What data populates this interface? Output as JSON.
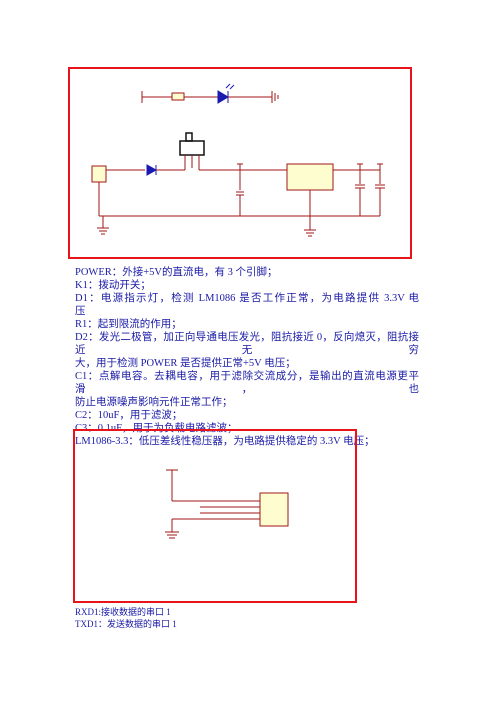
{
  "circuit_power": {
    "frame_color": "#e8141b",
    "wire_color": "#a31515",
    "component_fill": "#fdfdd0",
    "diode_color": "#1a1ab0",
    "power_port_label": "",
    "regulator_label": ""
  },
  "power_desc": {
    "power": "POWER：外接+5V的直流电，有 3 个引脚；",
    "k1": "K1：拨动开关；",
    "d1_line1": "D1：电源指示灯，检测 LM1086 是否工作正常，为电路提供 3.3V 电",
    "d1_line2": "压",
    "r1": "R1：起到限流的作用；",
    "d2_line1": "D2：发光二极管，加正向导通电压发光，阻抗接近 0，反向熄灭，阻抗接近无穷",
    "d2_line2": "大，用于检测 POWER 是否提供正常+5V 电压；",
    "c1_line1": "C1：点解电容。去耦电容，用于滤除交流成分，是输出的直流电源更平滑，也",
    "c1_line2": "防止电源噪声影响元件正常工作；",
    "c2": "C2：10uF，用于滤波；",
    "c3": "C3：0.1uF，用于为负载电路滤波；",
    "lm1086": "LM1086-3.3：低压差线性稳压器，为电路提供稳定的 3.3V 电压；"
  },
  "circuit_serial": {
    "frame_color": "#e8141b",
    "wire_color": "#a31515",
    "component_fill": "#fdfdd0"
  },
  "serial_desc": {
    "rxd1": "RXD1:接收数据的串口 1",
    "txd1": "TXD1：发送数据的串口 1"
  }
}
